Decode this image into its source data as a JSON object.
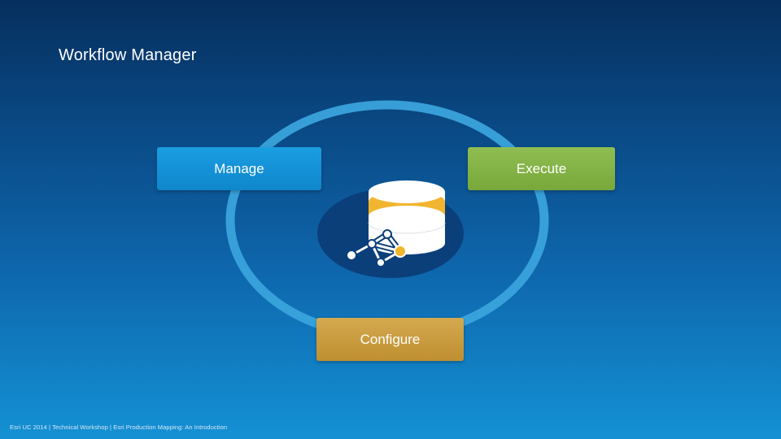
{
  "slide": {
    "title": "Workflow Manager",
    "footer": "Esri UC 2014 | Technical Workshop | Esri Production Mapping: An Introduction"
  },
  "cycle": {
    "stages": [
      {
        "label": "Manage",
        "color": "#1496da"
      },
      {
        "label": "Execute",
        "color": "#84b347"
      },
      {
        "label": "Configure",
        "color": "#c99a3d"
      }
    ],
    "ring_color": "#3aa3dc"
  },
  "center_icon": {
    "name": "workflow-database-icon",
    "colors": {
      "database": "#ffffff",
      "band": "#f2b530",
      "node": "#ffffff",
      "highlight_node": "#f2b530",
      "backdrop": "#0b3f7a"
    }
  }
}
